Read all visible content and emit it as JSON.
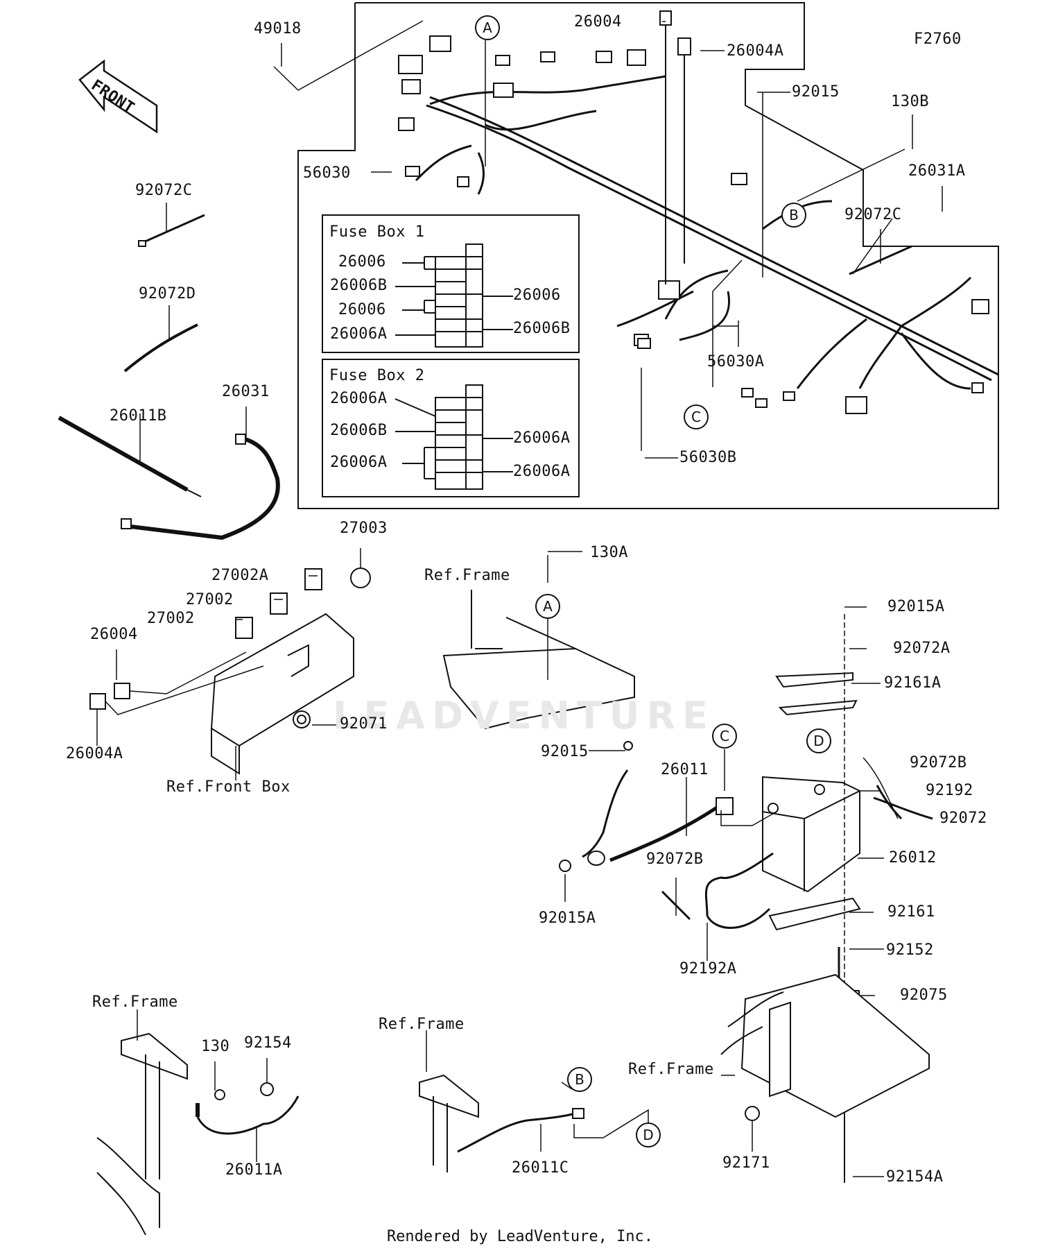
{
  "figure_code": "F2760",
  "front_arrow": "FRONT",
  "watermark": "LEADVENTURE",
  "footer": "Rendered by LeadVenture, Inc.",
  "fuse_box_1": {
    "title": "Fuse Box 1",
    "left": [
      "26006",
      "26006B",
      "26006",
      "26006A"
    ],
    "right": [
      "26006",
      "26006B"
    ]
  },
  "fuse_box_2": {
    "title": "Fuse Box 2",
    "left": [
      "26006A",
      "26006B",
      "26006A"
    ],
    "right": [
      "26006A",
      "26006A"
    ]
  },
  "refs": {
    "frame": "Ref.Frame",
    "front_box": "Ref.Front Box"
  },
  "callouts": {
    "a": "A",
    "b": "B",
    "c": "C",
    "d": "D"
  },
  "parts": {
    "p49018": "49018",
    "p26004_top": "26004",
    "p26004a_top": "26004A",
    "p92015_top": "92015",
    "p130b": "130B",
    "p26031a": "26031A",
    "p56030": "56030",
    "p92072c_left": "92072C",
    "p92072c_right": "92072C",
    "p92072d": "92072D",
    "p26031": "26031",
    "p26011b": "26011B",
    "p56030a": "56030A",
    "p56030b": "56030B",
    "p27003": "27003",
    "p27002a": "27002A",
    "p27002_1": "27002",
    "p27002_2": "27002",
    "p26004": "26004",
    "p26004a": "26004A",
    "p92071": "92071",
    "p130a": "130A",
    "p92015a_top": "92015A",
    "p92072a": "92072A",
    "p92161a": "92161A",
    "p92072b_right": "92072B",
    "p92192": "92192",
    "p92072": "92072",
    "p26012": "26012",
    "p92161": "92161",
    "p92152": "92152",
    "p92075": "92075",
    "p92154a": "92154A",
    "p92171": "92171",
    "p92015_mid": "92015",
    "p26011": "26011",
    "p92015a_mid": "92015A",
    "p92072b_mid": "92072B",
    "p92192a": "92192A",
    "p130": "130",
    "p92154": "92154",
    "p26011a": "26011A",
    "p26011c": "26011C"
  }
}
